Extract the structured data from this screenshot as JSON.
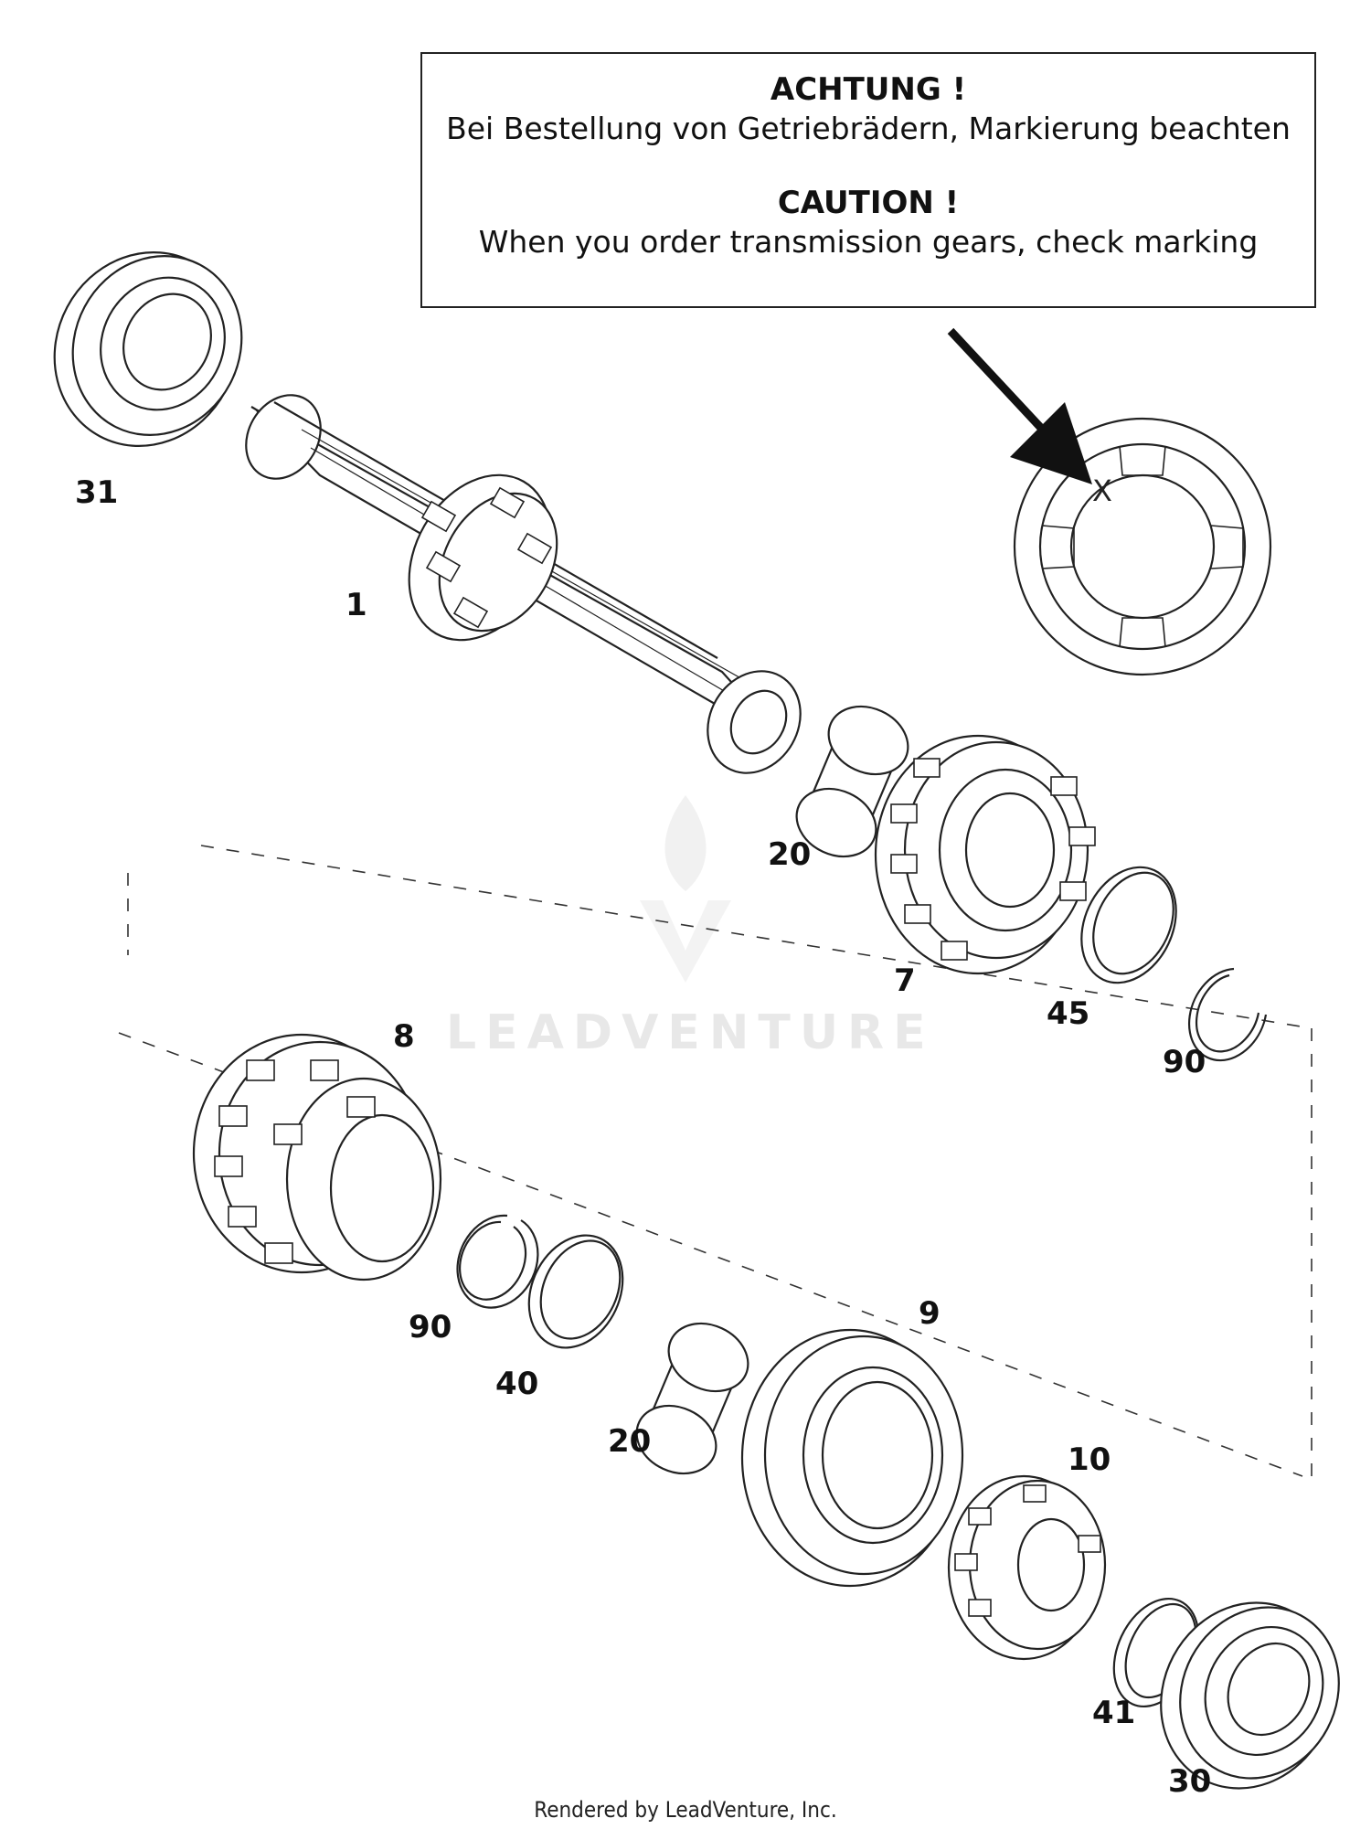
{
  "notice": {
    "heading_de": "ACHTUNG !",
    "text_de": "Bei Bestellung von Getriebrädern, Markierung beachten",
    "heading_en": "CAUTION !",
    "text_en": "When you order transmission gears, check marking"
  },
  "callouts": {
    "c31": "31",
    "c1": "1",
    "c20a": "20",
    "c7": "7",
    "c45": "45",
    "c90a": "90",
    "c8": "8",
    "c90b": "90",
    "c40": "40",
    "c20b": "20",
    "c9": "9",
    "c10": "10",
    "c41": "41",
    "c30": "30"
  },
  "watermark": "LEADVENTURE",
  "footer": "Rendered by LeadVenture, Inc.",
  "colors": {
    "line": "#222222",
    "watermark": "#e8e8e8"
  }
}
